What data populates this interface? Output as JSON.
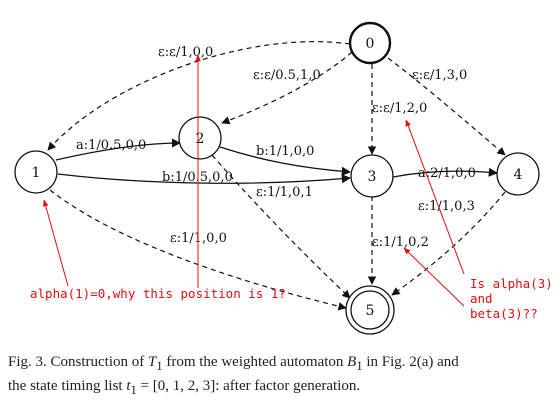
{
  "nodes": [
    {
      "id": "0",
      "label": "0",
      "start": true,
      "final": false
    },
    {
      "id": "1",
      "label": "1",
      "start": false,
      "final": false
    },
    {
      "id": "2",
      "label": "2",
      "start": false,
      "final": false
    },
    {
      "id": "3",
      "label": "3",
      "start": false,
      "final": false
    },
    {
      "id": "4",
      "label": "4",
      "start": false,
      "final": false
    },
    {
      "id": "5",
      "label": "5",
      "start": false,
      "final": true
    }
  ],
  "edges": [
    {
      "from": "0",
      "to": "1",
      "label": "ε:ε/1,0,0",
      "style": "dashed"
    },
    {
      "from": "0",
      "to": "2",
      "label": "ε:ε/0.5,1,0",
      "style": "dashed"
    },
    {
      "from": "0",
      "to": "4",
      "label": "ε:ε/1,3,0",
      "style": "dashed"
    },
    {
      "from": "0",
      "to": "3",
      "label": "ε:ε/1,2,0",
      "style": "dashed"
    },
    {
      "from": "1",
      "to": "2",
      "label": "a:1/0.5,0,0",
      "style": "solid"
    },
    {
      "from": "2",
      "to": "3",
      "label": "b:1/1,0,0",
      "style": "solid"
    },
    {
      "from": "1",
      "to": "3",
      "label": "b:1/0.5,0,0",
      "style": "solid"
    },
    {
      "from": "2",
      "to": "5",
      "label": "ε:1/1,0,1",
      "style": "dashed"
    },
    {
      "from": "3",
      "to": "4",
      "label": "a:2/1,0,0",
      "style": "solid"
    },
    {
      "from": "1",
      "to": "5",
      "label": "ε:1/1,0,0",
      "style": "dashed"
    },
    {
      "from": "3",
      "to": "5",
      "label": "ε:1/1,0,2",
      "style": "dashed"
    },
    {
      "from": "4",
      "to": "5",
      "label": "ε:1/1,0,3",
      "style": "dashed"
    }
  ],
  "annotations": {
    "alpha_note": "alpha(1)=0,why this position is 1?",
    "beta_note_line1": "Is alpha(3)",
    "beta_note_line2": "and",
    "beta_note_line3": "beta(3)??"
  },
  "caption": {
    "prefix": "Fig. 3.   Construction of ",
    "t_sym": "T",
    "t_sub": "1",
    "mid1": " from the weighted automaton ",
    "b_sym": "B",
    "b_sub": "1",
    "mid2": " in Fig. 2(a) and",
    "line2_prefix": "the state timing list ",
    "t_small": "t",
    "t_small_sub": "1",
    "list": " = [0, 1, 2, 3]",
    "line2_suffix": ": after factor generation."
  },
  "colors": {
    "annotation": "#e01010",
    "ink": "#111111"
  }
}
